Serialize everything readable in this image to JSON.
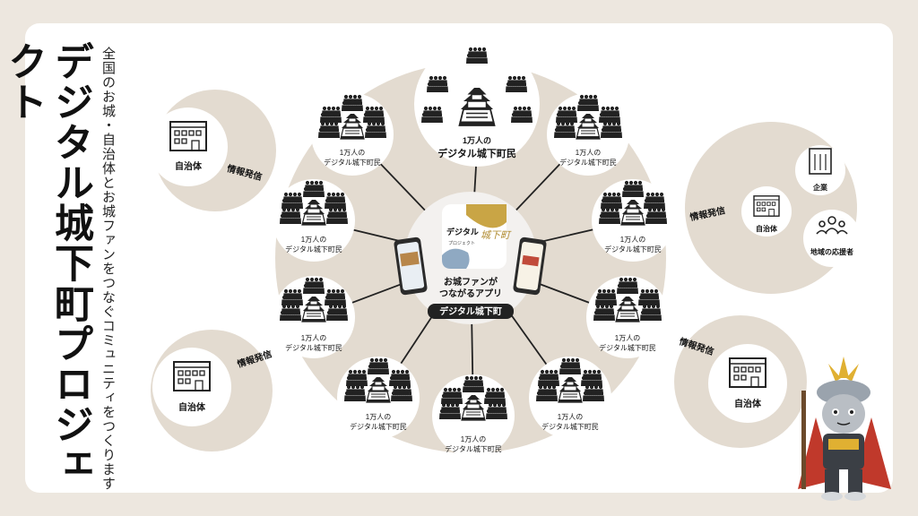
{
  "page_title": "デジタル城下町プロジェクト",
  "subtitle": "全国のお城・自治体とお城ファンをつなぐコミュニティをつくります",
  "center": {
    "tagline_line1": "お城ファンが",
    "tagline_line2": "つながるアプリ",
    "app_name": "デジタル城下町",
    "logo_line1": "デジタル",
    "logo_line2": "城下町",
    "logo_sub": "プロジェクト"
  },
  "community": {
    "count_label": "1万人の",
    "name_label": "デジタル城下町民"
  },
  "orgs": {
    "municipality": "自治体",
    "company": "企業",
    "supporters": "地域の応援者",
    "info_transmission": "情報発信"
  },
  "colors": {
    "background": "#ede7df",
    "card": "#ffffff",
    "ring": "#e3dbd0",
    "line": "#222222",
    "logo_gold": "#c9a545",
    "logo_blue": "#8fa9c2"
  },
  "icons": [
    "crowd-icon",
    "castle-icon",
    "building-icon",
    "office-building-icon",
    "people-group-icon",
    "smartphone-icon",
    "samurai-mascot-icon"
  ]
}
